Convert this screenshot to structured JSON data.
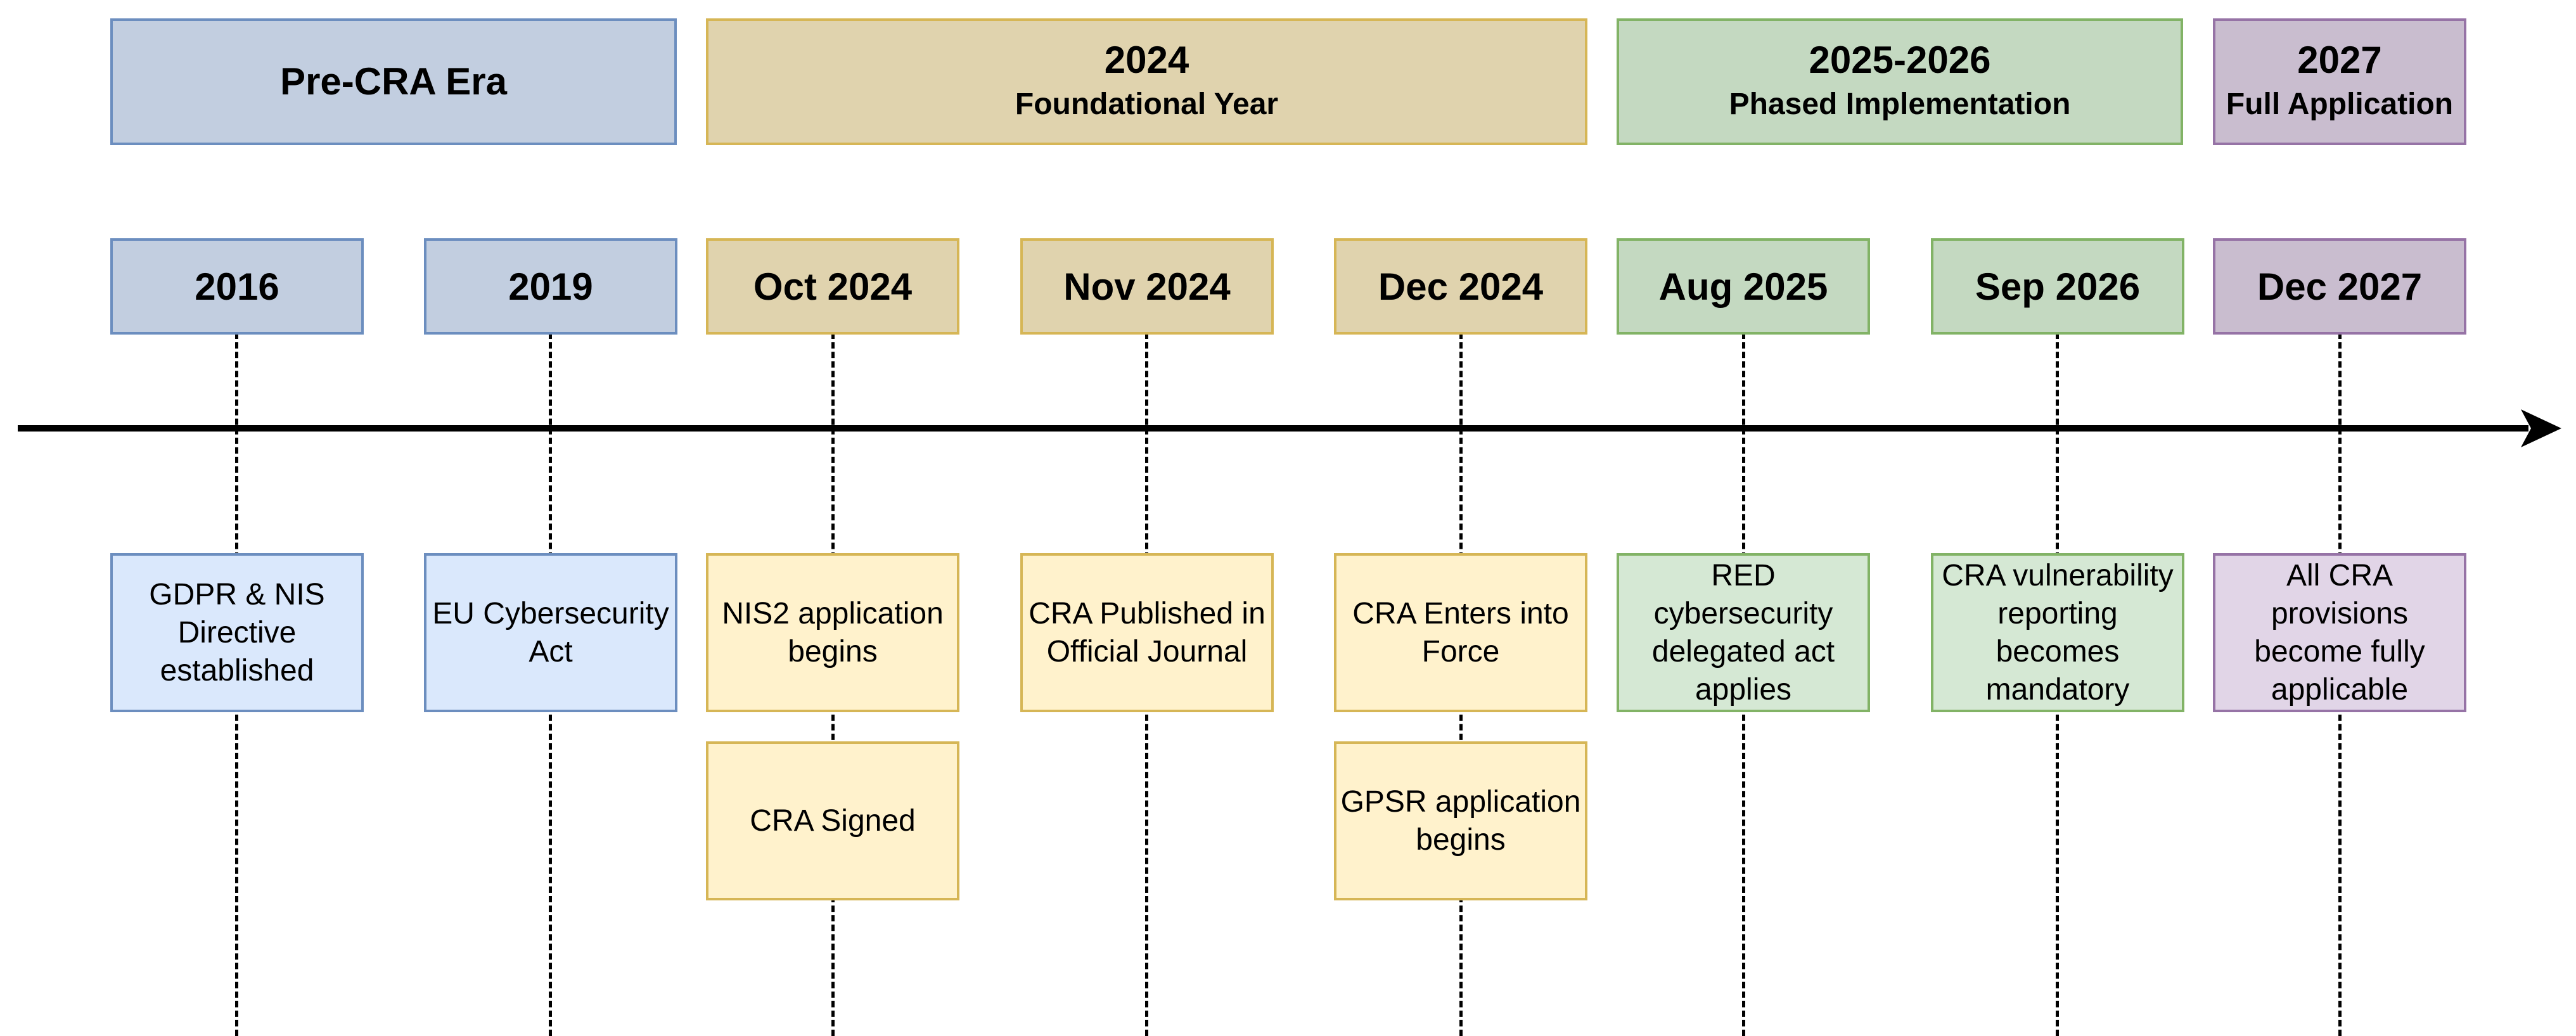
{
  "eras": [
    {
      "title": "Pre-CRA Era",
      "subtitle": "",
      "color": "#c2cee0"
    },
    {
      "title": "2024",
      "subtitle": "Foundational Year",
      "color": "#e0d3ae"
    },
    {
      "title": "2025-2026",
      "subtitle": "Phased Implementation",
      "color": "#c4d9c1"
    },
    {
      "title": "2027",
      "subtitle": "Full Application",
      "color": "#c9bdcf"
    }
  ],
  "milestones": [
    {
      "date": "2016",
      "events": [
        "GDPR & NIS Directive established"
      ]
    },
    {
      "date": "2019",
      "events": [
        "EU Cybersecurity Act"
      ]
    },
    {
      "date": "Oct 2024",
      "events": [
        "NIS2 application begins",
        "CRA Signed"
      ]
    },
    {
      "date": "Nov 2024",
      "events": [
        "CRA Published in Official Journal"
      ]
    },
    {
      "date": "Dec 2024",
      "events": [
        "CRA Enters into Force",
        "GPSR application begins"
      ]
    },
    {
      "date": "Aug 2025",
      "events": [
        "RED cybersecurity delegated act applies"
      ]
    },
    {
      "date": "Sep 2026",
      "events": [
        "CRA vulnerability reporting becomes mandatory"
      ]
    },
    {
      "date": "Dec 2027",
      "events": [
        "All CRA provisions become fully applicable"
      ]
    }
  ]
}
